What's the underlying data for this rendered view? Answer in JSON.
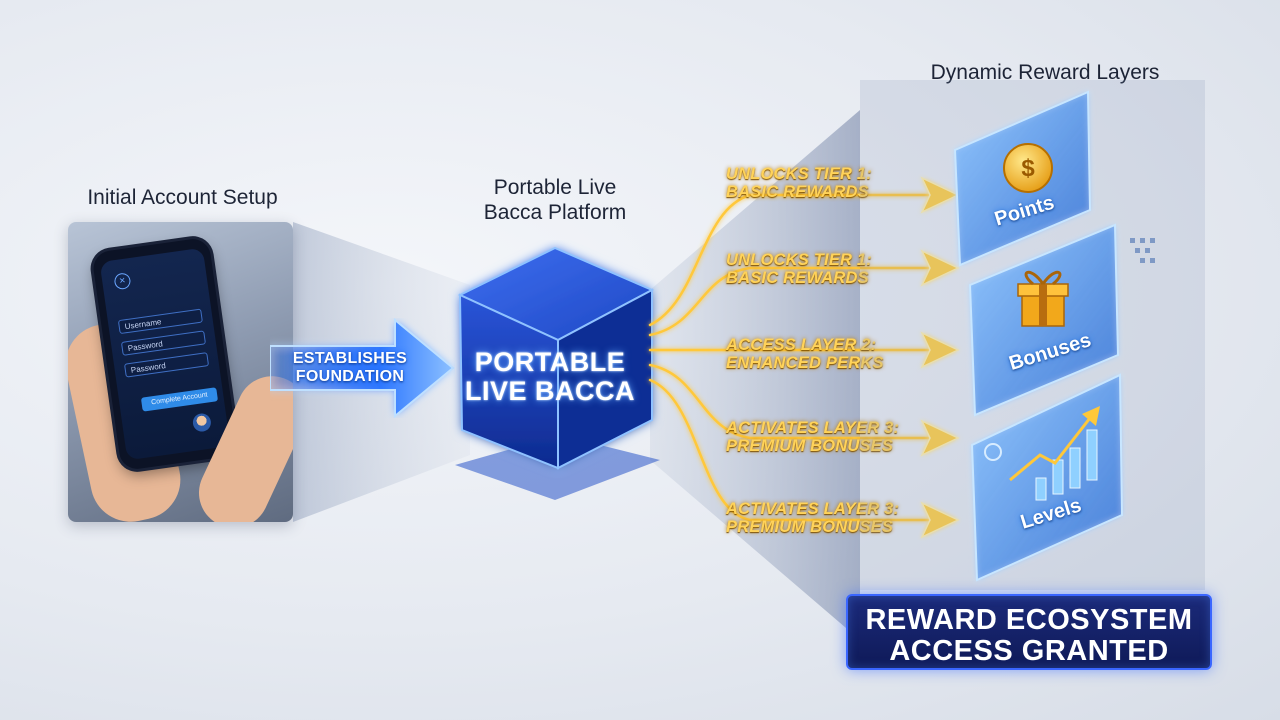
{
  "sections": {
    "setup_title": "Initial Account Setup",
    "platform_title_line1": "Portable Live",
    "platform_title_line2": "Bacca Platform",
    "rewards_title": "Dynamic Reward Layers"
  },
  "phone": {
    "fields": [
      "Username",
      "Password",
      "Password"
    ],
    "button": "Complete Account"
  },
  "establish_arrow": {
    "line1": "ESTABLISHES",
    "line2": "FOUNDATION"
  },
  "cube": {
    "line1": "PORTABLE",
    "line2": "LIVE BACCA"
  },
  "flows": [
    {
      "line1": "UNLOCKS TIER 1:",
      "line2": "BASIC REWARDS"
    },
    {
      "line1": "UNLOCKS TIER 1:",
      "line2": "BASIC REWARDS"
    },
    {
      "line1": "ACCESS LAYER 2:",
      "line2": "ENHANCED PERKS"
    },
    {
      "line1": "ACTIVATES LAYER 3:",
      "line2": "PREMIUM BONUSES"
    },
    {
      "line1": "ACTIVATES LAYER 3:",
      "line2": "PREMIUM BONUSES"
    }
  ],
  "cards": {
    "points": "Points",
    "bonuses": "Bonuses",
    "levels": "Levels"
  },
  "banner": {
    "line1": "REWARD ECOSYSTEM",
    "line2": "ACCESS GRANTED"
  },
  "colors": {
    "flow_gold": "#ffc83a",
    "glow_blue": "#2f7dff",
    "cube_blue": "#1a3fb5",
    "banner_navy": "#13206a"
  }
}
